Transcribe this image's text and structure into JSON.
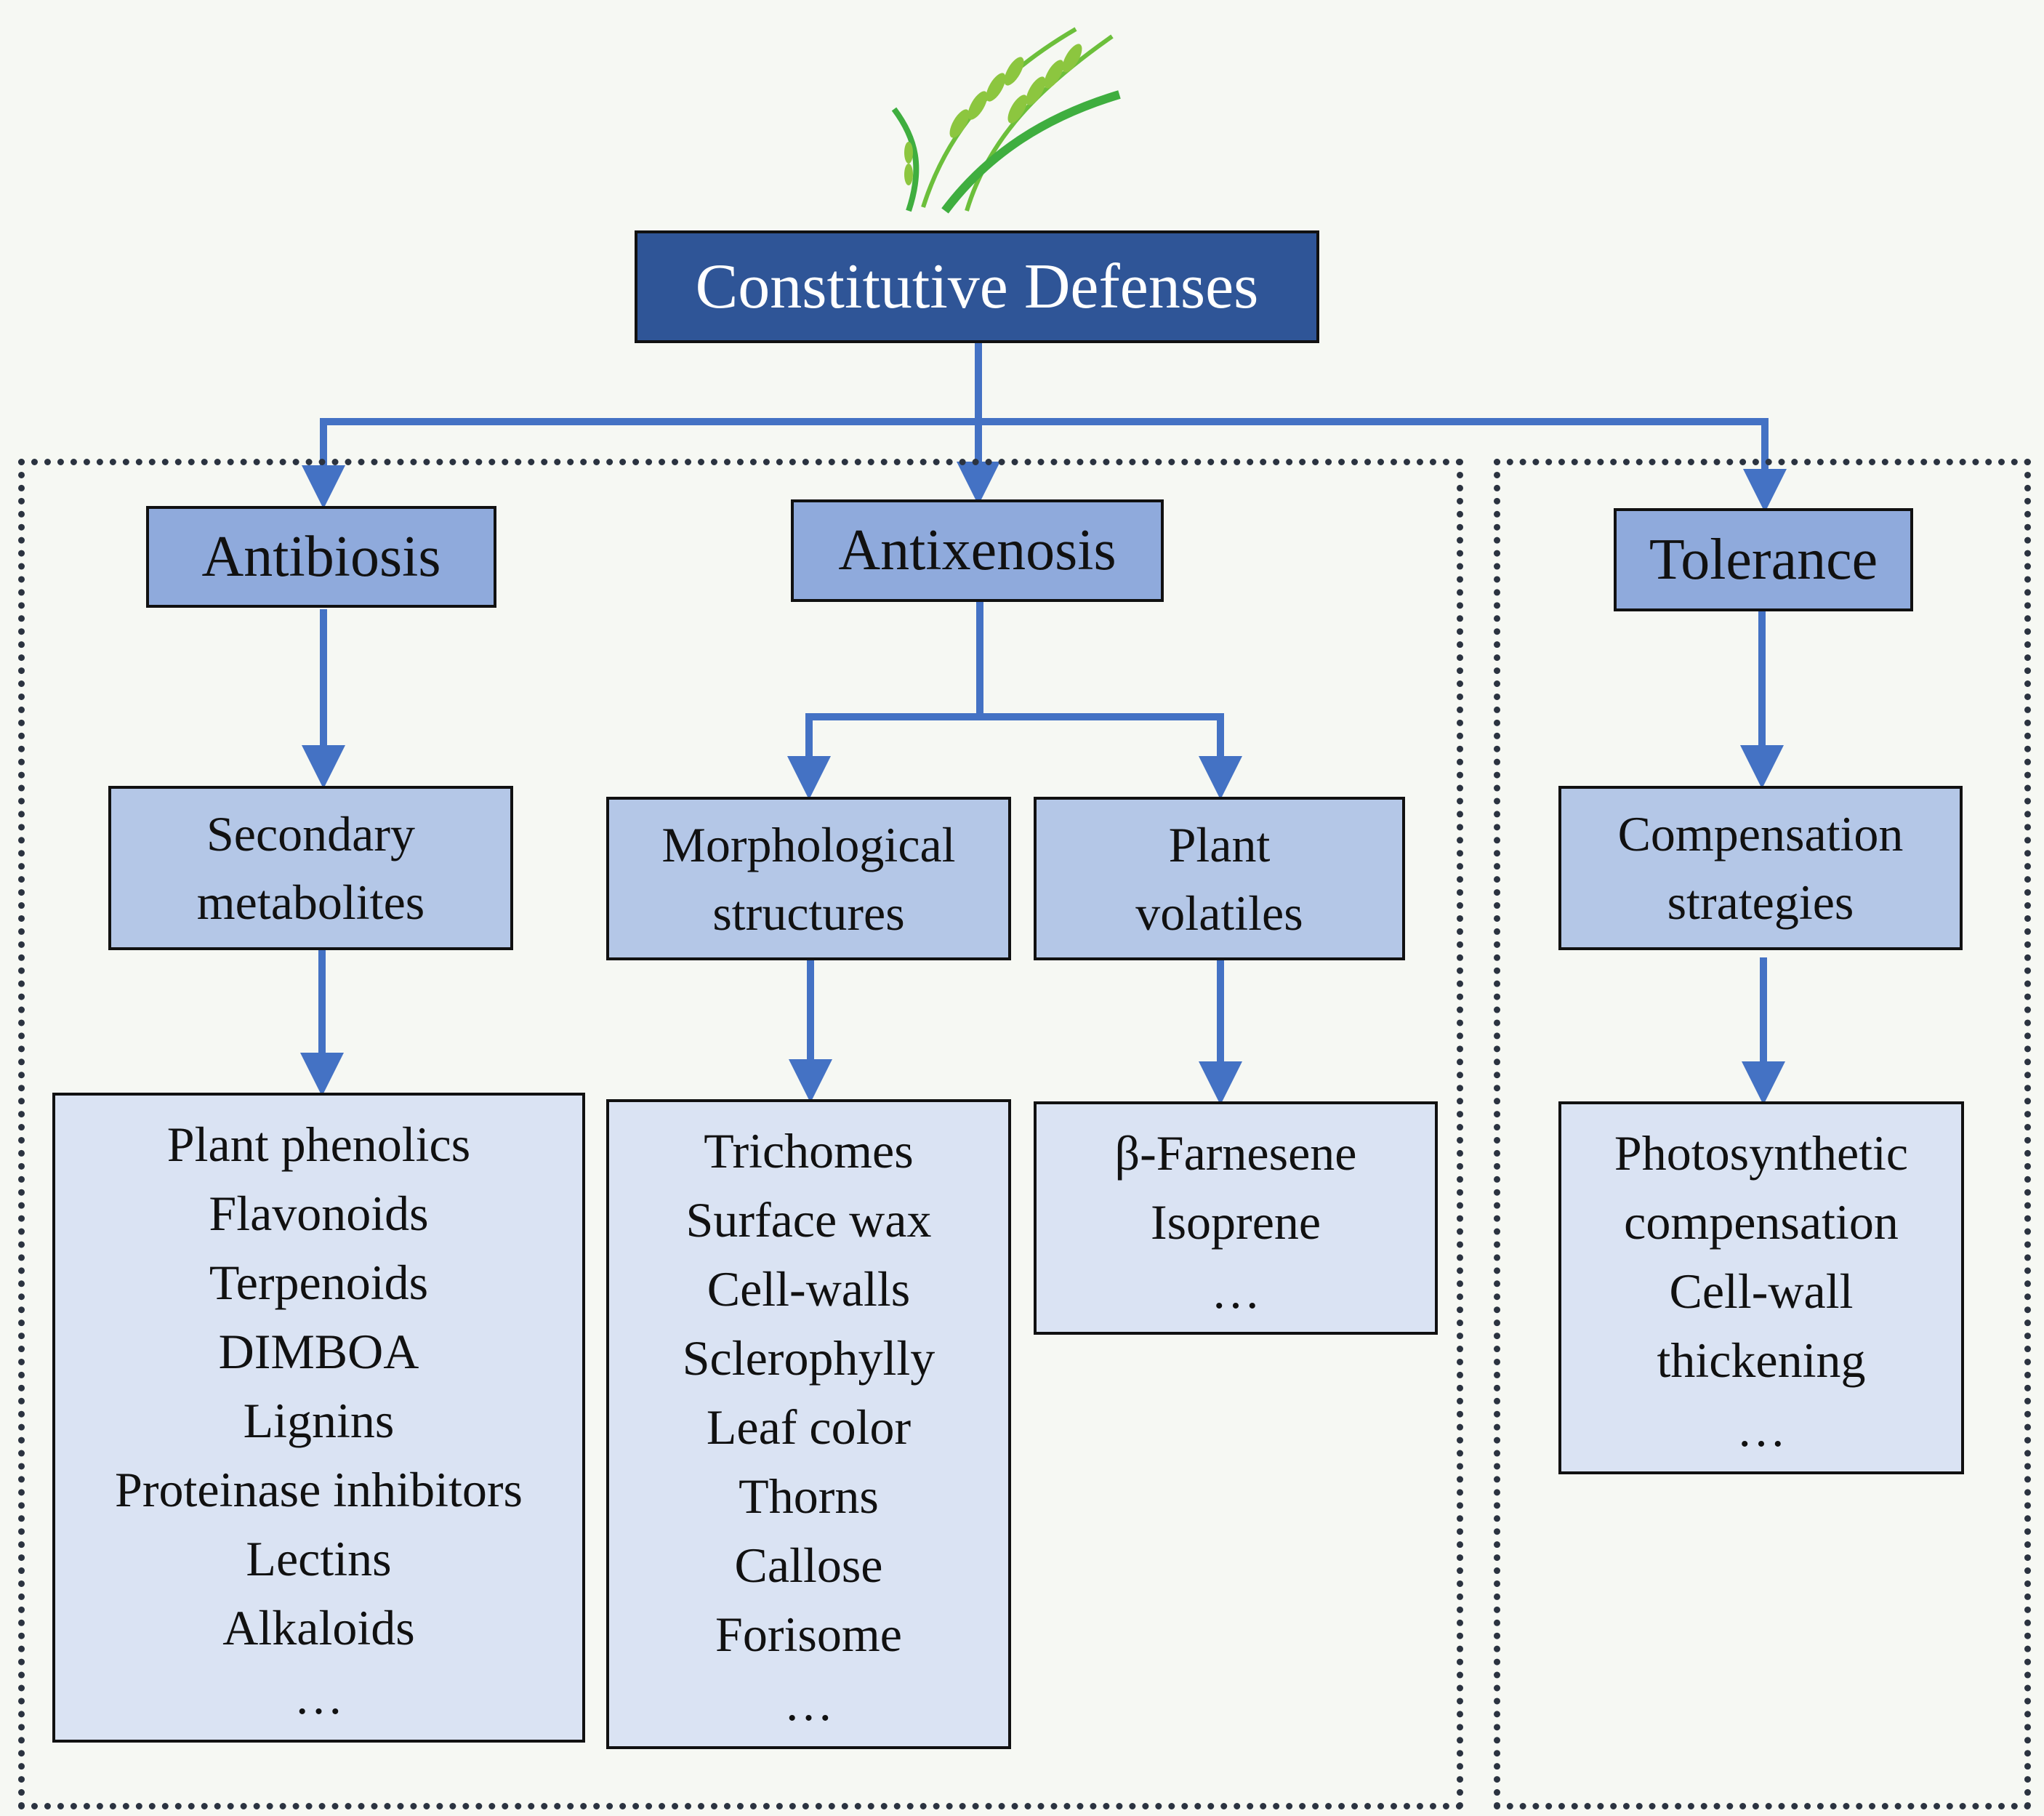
{
  "title": "Constitutive Defenses",
  "logo": "wheat-logo",
  "colors": {
    "title_bg": "#2f5597",
    "connector": "#4472c4",
    "category_bg": "#8faadc",
    "subcategory_bg": "#b4c7e7",
    "list_bg": "#dae3f3"
  },
  "categories": [
    {
      "label": "Antibiosis",
      "sub": [
        {
          "label": [
            "Secondary",
            "metabolites"
          ],
          "items": [
            "Plant phenolics",
            "Flavonoids",
            "Terpenoids",
            "DIMBOA",
            "Lignins",
            "Proteinase inhibitors",
            "Lectins",
            "Alkaloids",
            "…"
          ]
        }
      ]
    },
    {
      "label": "Antixenosis",
      "sub": [
        {
          "label": [
            "Morphological",
            "structures"
          ],
          "items": [
            "Trichomes",
            "Surface wax",
            "Cell-walls",
            "Sclerophylly",
            "Leaf color",
            "Thorns",
            "Callose",
            "Forisome",
            "…"
          ]
        },
        {
          "label": [
            "Plant",
            "volatiles"
          ],
          "items": [
            "β-Farnesene",
            "Isoprene",
            "…"
          ]
        }
      ]
    },
    {
      "label": "Tolerance",
      "sub": [
        {
          "label": [
            "Compensation",
            "strategies"
          ],
          "items": [
            "Photosynthetic",
            "compensation",
            "Cell-wall",
            "thickening",
            "…"
          ]
        }
      ]
    }
  ]
}
